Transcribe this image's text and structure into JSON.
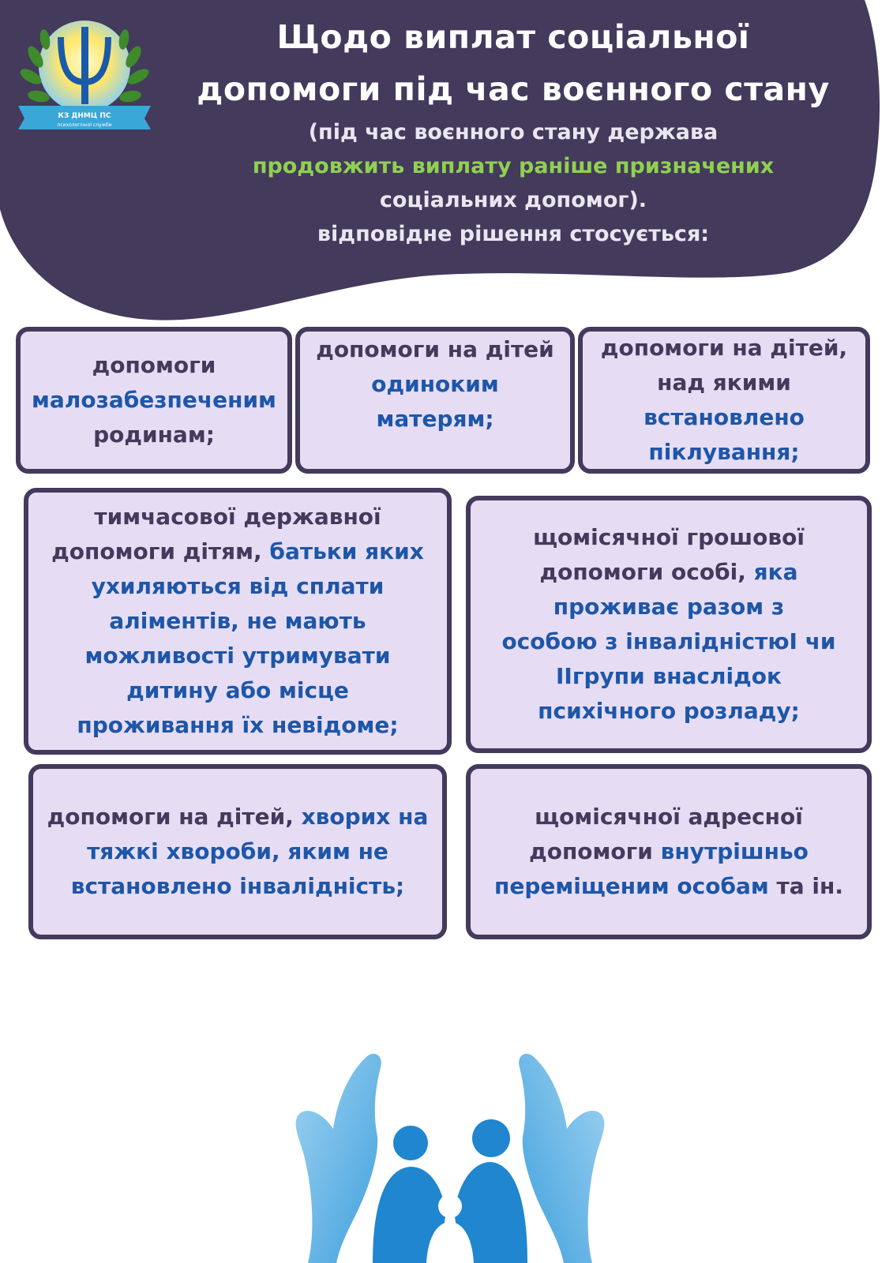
{
  "header": {
    "title_line1": "Щодо виплат соціальної",
    "title_line2": "допомоги під час воєнного стану",
    "sub_line1": "(під час воєнного стану держава",
    "sub_line2_green": "продовжить виплату раніше призначених",
    "sub_line3": "соціальних допомог).",
    "sub_line4": "відповідне рішення стосується:"
  },
  "logo": {
    "text_line1": "КЗ ДНМЦ ПС",
    "text_line2": "психологічної служби"
  },
  "cards": {
    "c1": {
      "l1": "допомоги",
      "l2": "малозабезпеченим",
      "l3": "родинам;"
    },
    "c2": {
      "l1": "допомоги на дітей",
      "l2": "одиноким",
      "l3": "матерям;"
    },
    "c3": {
      "l1": "допомоги на дітей,",
      "l2": "над якими",
      "l3": "встановлено",
      "l4": "піклування;"
    },
    "c4": {
      "l1": "тимчасової державної",
      "l2a": "допомоги дітям, ",
      "l2b": "батьки яких",
      "l3": "ухиляються від сплати",
      "l4": "аліментів, не мають",
      "l5": "можливості утримувати",
      "l6": "дитину або місце",
      "l7": "проживання їх невідоме;"
    },
    "c5": {
      "l1": "щомісячної грошової",
      "l2a": "допомоги особі, ",
      "l2b": "яка",
      "l3": "проживає разом з",
      "l4": "особою з інвалідністюІ чи",
      "l5": "ІІгрупи внаслідок",
      "l6": "психічного розладу;"
    },
    "c6": {
      "l1a": "допомоги на дітей, ",
      "l1b": "хворих на",
      "l2": "тяжкі хвороби, яким не",
      "l3": "встановлено інвалідність;"
    },
    "c7": {
      "l1": "щомісячної адресної",
      "l2a": "допомоги ",
      "l2b": "внутрішньо",
      "l3a": "переміщеним особам ",
      "l3b": "та ін."
    }
  },
  "colors": {
    "header_bg": "#433a5c",
    "card_bg": "#e6ddf5",
    "accent_blue": "#1e56a8",
    "accent_green": "#8fd14f"
  }
}
